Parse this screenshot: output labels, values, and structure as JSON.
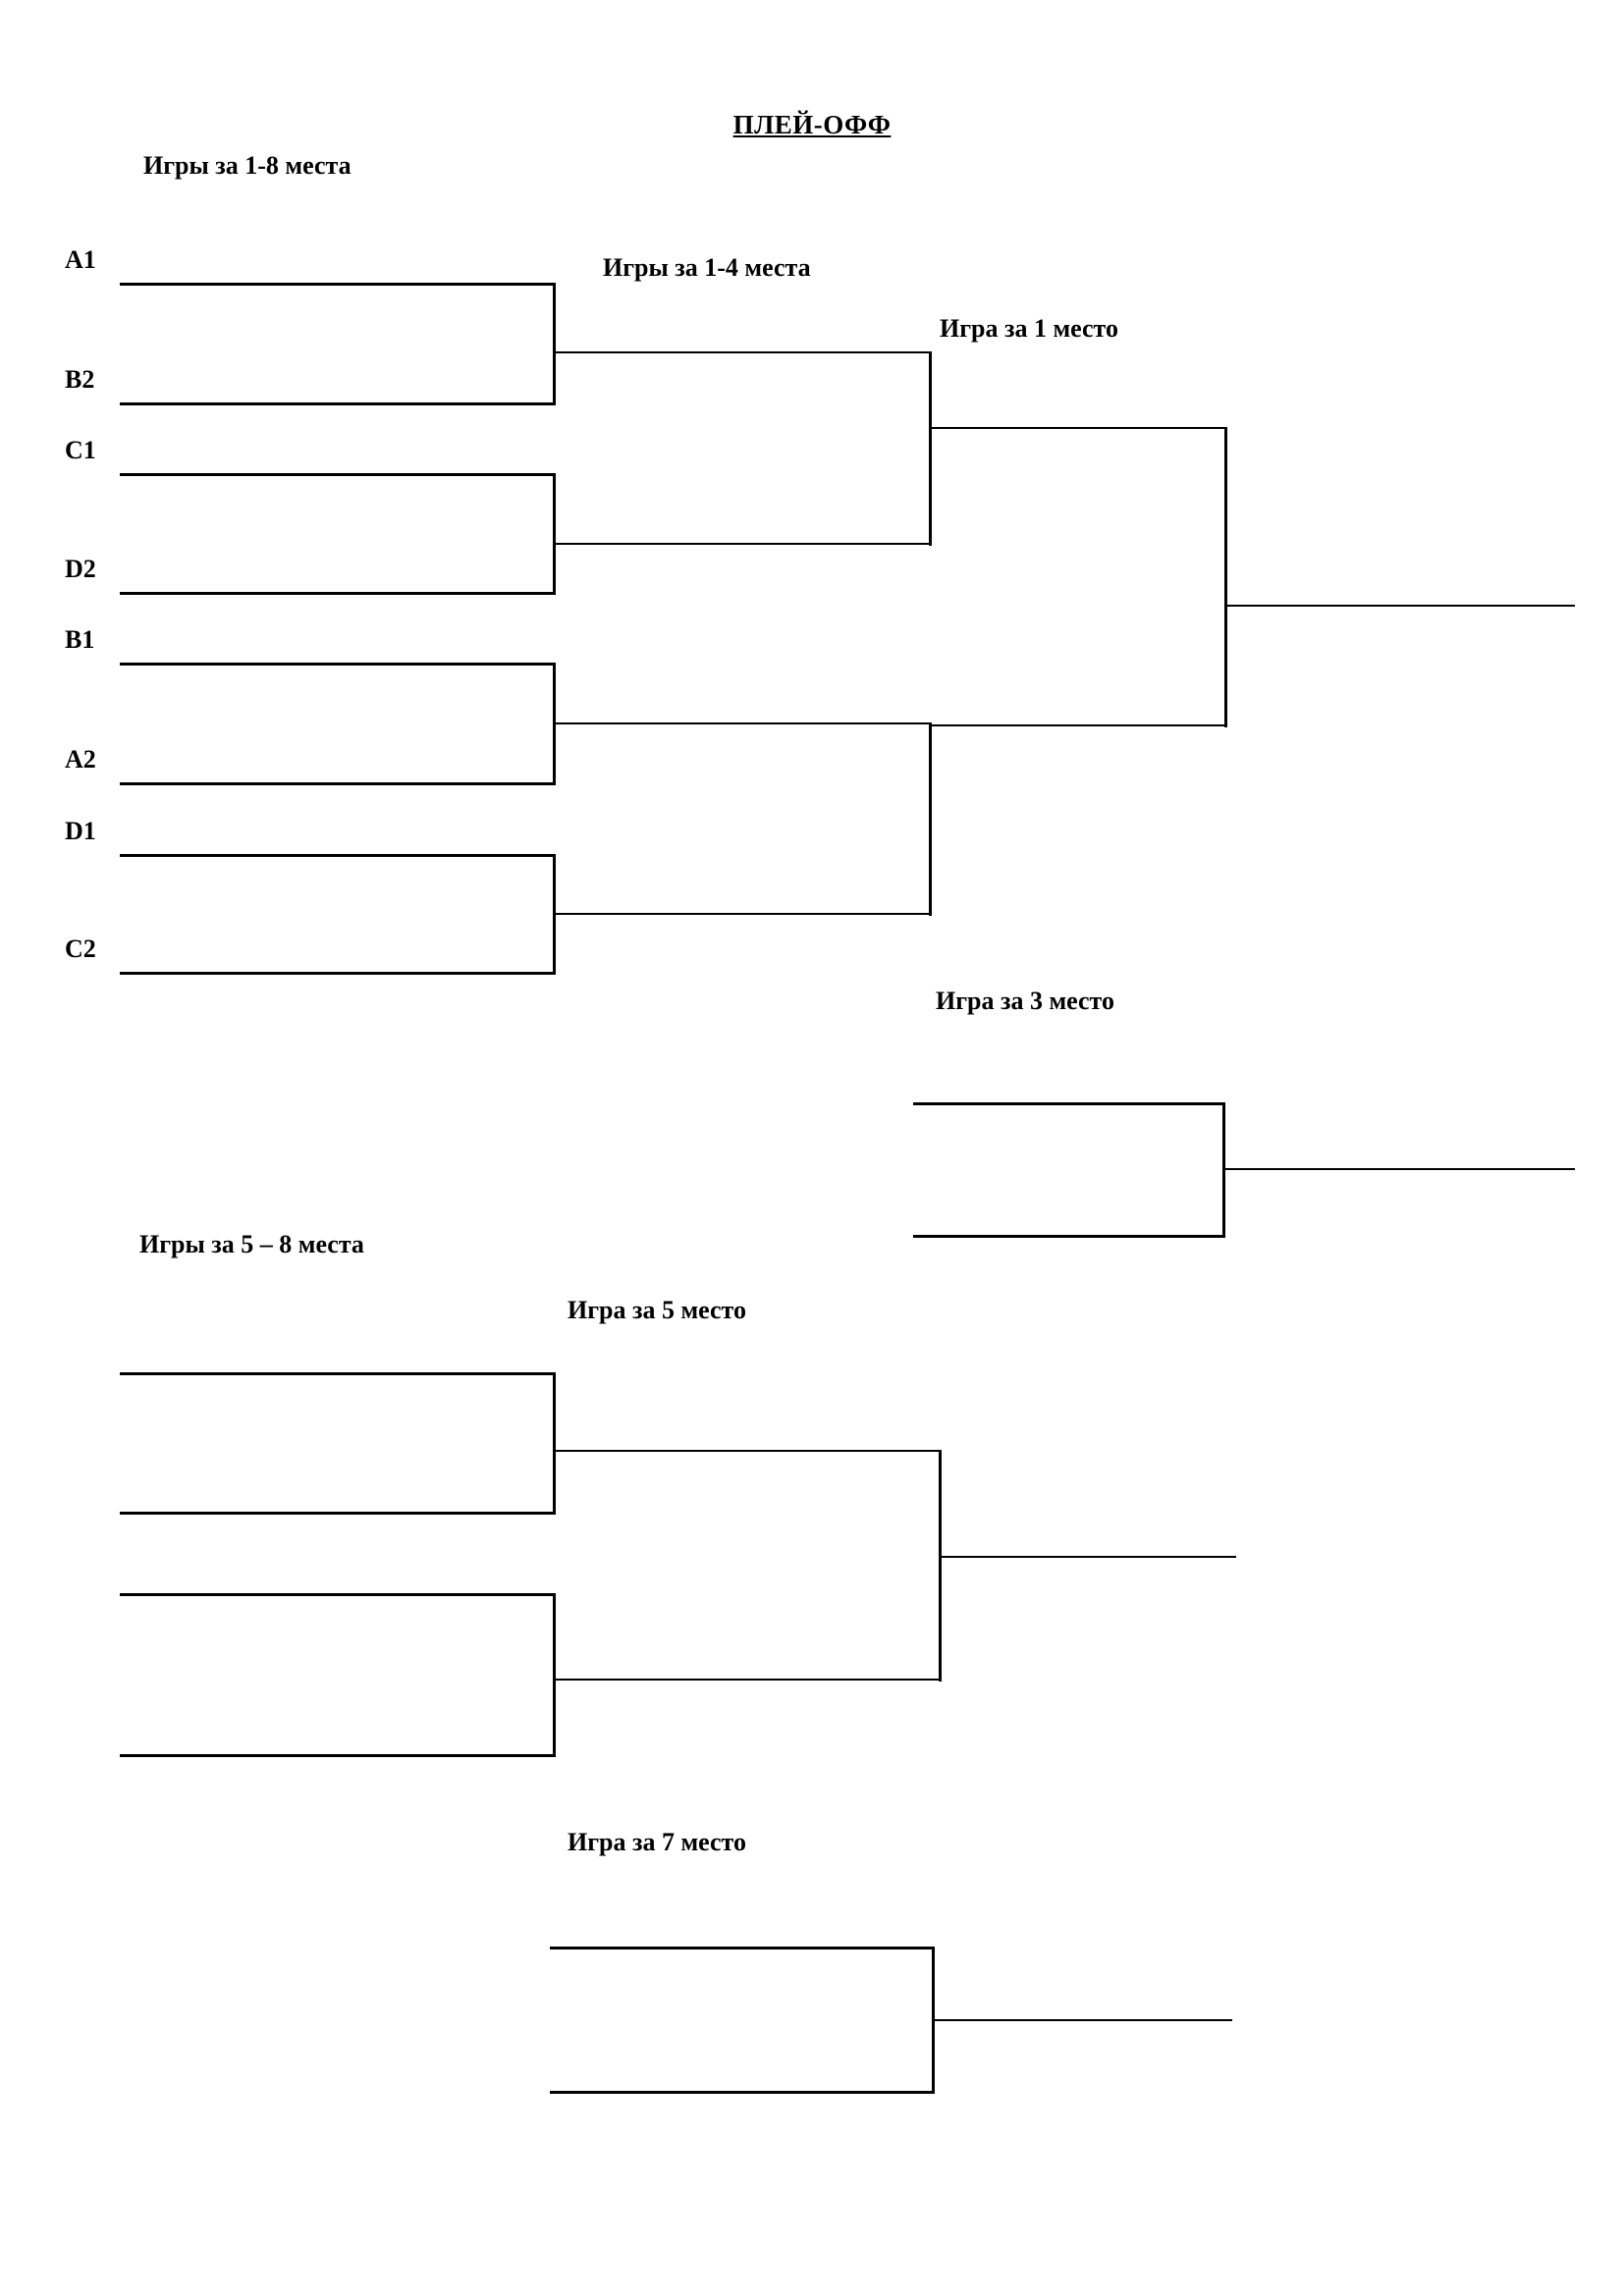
{
  "document": {
    "title": "ПЛЕЙ-ОФФ"
  },
  "headings": {
    "games_1_8": "Игры за 1-8 места",
    "games_1_4": "Игры за 1-4 места",
    "game_1st": "Игра за 1 место",
    "game_3rd": "Игра за 3 место",
    "games_5_8": "Игры за 5 – 8 места",
    "game_5th": "Игра за 5 место",
    "game_7th": "Игра за 7 место"
  },
  "seeds": [
    {
      "label": "A1"
    },
    {
      "label": "B2"
    },
    {
      "label": "C1"
    },
    {
      "label": "D2"
    },
    {
      "label": "B1"
    },
    {
      "label": "A2"
    },
    {
      "label": "D1"
    },
    {
      "label": "C2"
    }
  ],
  "chart_data": {
    "type": "diagram",
    "title": "ПЛЕЙ-ОФФ",
    "bracket_kind": "single-elimination playoff with placement brackets",
    "participants": [
      "A1",
      "B2",
      "C1",
      "D2",
      "B1",
      "A2",
      "D1",
      "C2"
    ],
    "rounds": [
      {
        "name": "Игры за 1-8 места",
        "matches": [
          {
            "teams": [
              "A1",
              "B2"
            ],
            "winner": ""
          },
          {
            "teams": [
              "C1",
              "D2"
            ],
            "winner": ""
          },
          {
            "teams": [
              "B1",
              "A2"
            ],
            "winner": ""
          },
          {
            "teams": [
              "D1",
              "C2"
            ],
            "winner": ""
          }
        ]
      },
      {
        "name": "Игры за 1-4 места",
        "matches": [
          {
            "teams": [
              "",
              ""
            ],
            "winner": ""
          },
          {
            "teams": [
              "",
              ""
            ],
            "winner": ""
          }
        ]
      },
      {
        "name": "Игра за 1 место",
        "matches": [
          {
            "teams": [
              "",
              ""
            ],
            "winner": ""
          }
        ]
      }
    ],
    "placement_brackets": [
      {
        "name": "Игра за 3 место",
        "matches": 1
      },
      {
        "name": "Игры за 5 – 8 места",
        "matches": 2
      },
      {
        "name": "Игра за 5 место",
        "matches": 1
      },
      {
        "name": "Игра за 7 место",
        "matches": 1
      }
    ],
    "colors": {
      "line": "#000000",
      "background": "#ffffff",
      "text": "#000000"
    }
  }
}
